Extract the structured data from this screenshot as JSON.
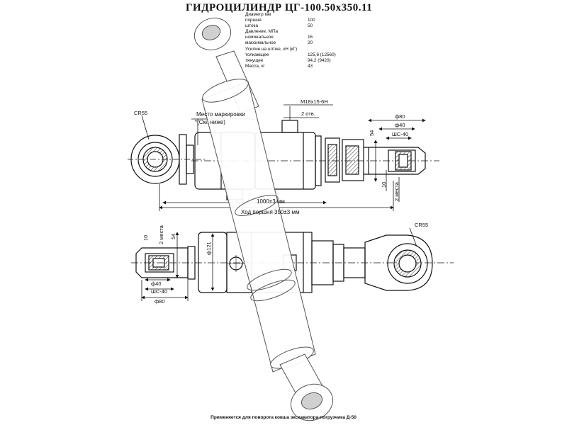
{
  "title": "ГИДРОЦИЛИНДР ЦГ-100.50х350.11",
  "specs": [
    {
      "label": "Диаметр мм",
      "value": ""
    },
    {
      "label": "поршня",
      "value": "100"
    },
    {
      "label": "штока",
      "value": "50"
    },
    {
      "label": "Давление, МПа",
      "value": ""
    },
    {
      "label": "номинальное",
      "value": "16"
    },
    {
      "label": "максимальное",
      "value": "20"
    },
    {
      "label": "Усилие на штоке, кН (кГ)",
      "value": ""
    },
    {
      "label": "толкающее",
      "value": "125,6 (12560)"
    },
    {
      "label": "тянущее",
      "value": "94,2 (9420)"
    },
    {
      "label": "Масса, кг",
      "value": "43"
    }
  ],
  "labels": {
    "cr55_top": "CR55",
    "marking_place": "Место маркировки",
    "marking_note": "*(См. ниже)",
    "thread": "М18х15-6Н",
    "holes": "2 отв.",
    "dia80_top": "ф80",
    "dia40_top": "ф40",
    "shs40_top": "ШС-40",
    "dim54_top": "54",
    "dim10_top": "10",
    "places2_top": "2 места",
    "length": "1000±3 мм",
    "stroke": "Ход поршня 350±3 мм",
    "dim10_bottom": "10",
    "places2_bottom": "2 места",
    "dim54_bottom": "54",
    "dia121": "ф121",
    "cr55_bottom": "CR55",
    "dia40_bottom": "ф40",
    "shs40_bottom": "ШС-40",
    "dia80_bottom": "ф80"
  },
  "footer": "Применяется для поворота ковша экскаватора-погрузчика Д-50",
  "colors": {
    "line": "#111111",
    "paper": "#ffffff",
    "shade": "#bdbdbd",
    "hatch": "#333333"
  }
}
